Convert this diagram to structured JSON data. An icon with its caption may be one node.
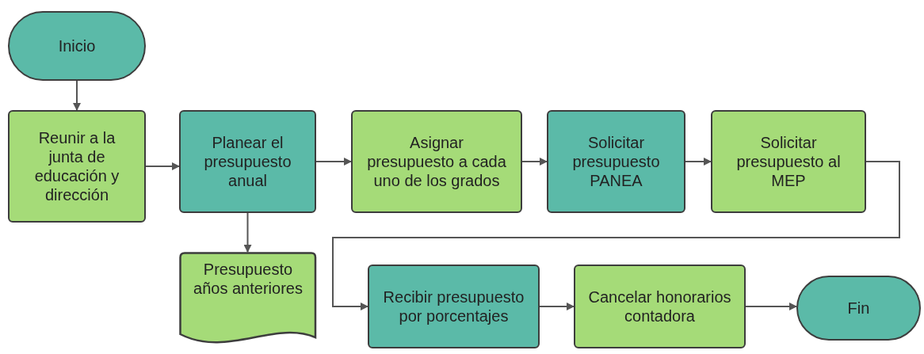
{
  "diagram": {
    "nodes": [
      {
        "text": [
          "Inicio"
        ]
      },
      {
        "text": [
          "Reunir a la junta de educación y dirección"
        ]
      },
      {
        "text": [
          "Planear el presupuesto anual"
        ]
      },
      {
        "text": [
          "Asignar presupuesto a cada uno de los grados"
        ]
      },
      {
        "text": [
          "Solicitar presupuesto PANEA"
        ]
      },
      {
        "text": [
          "Solicitar presupuesto al MEP"
        ]
      },
      {
        "text": [
          "Presupuesto años anteriores"
        ]
      },
      {
        "text": [
          "Recibir presupuesto por porcentajes"
        ]
      },
      {
        "text": [
          "Cancelar honorarios contadora"
        ]
      },
      {
        "text": [
          "Fin"
        ]
      }
    ],
    "edges": [
      {
        "from": 0,
        "to": 1,
        "arrow": "to"
      },
      {
        "from": 1,
        "to": 2,
        "arrow": "to"
      },
      {
        "from": 2,
        "to": 3,
        "arrow": "to"
      },
      {
        "from": 3,
        "to": 4,
        "arrow": "to"
      },
      {
        "from": 4,
        "to": 5,
        "arrow": "to"
      },
      {
        "from": 5,
        "to": 7,
        "arrow": "to"
      },
      {
        "from": 2,
        "to": 6,
        "arrow": "to"
      },
      {
        "from": 7,
        "to": 8,
        "arrow": "to"
      },
      {
        "from": 8,
        "to": 9,
        "arrow": "to"
      }
    ]
  }
}
